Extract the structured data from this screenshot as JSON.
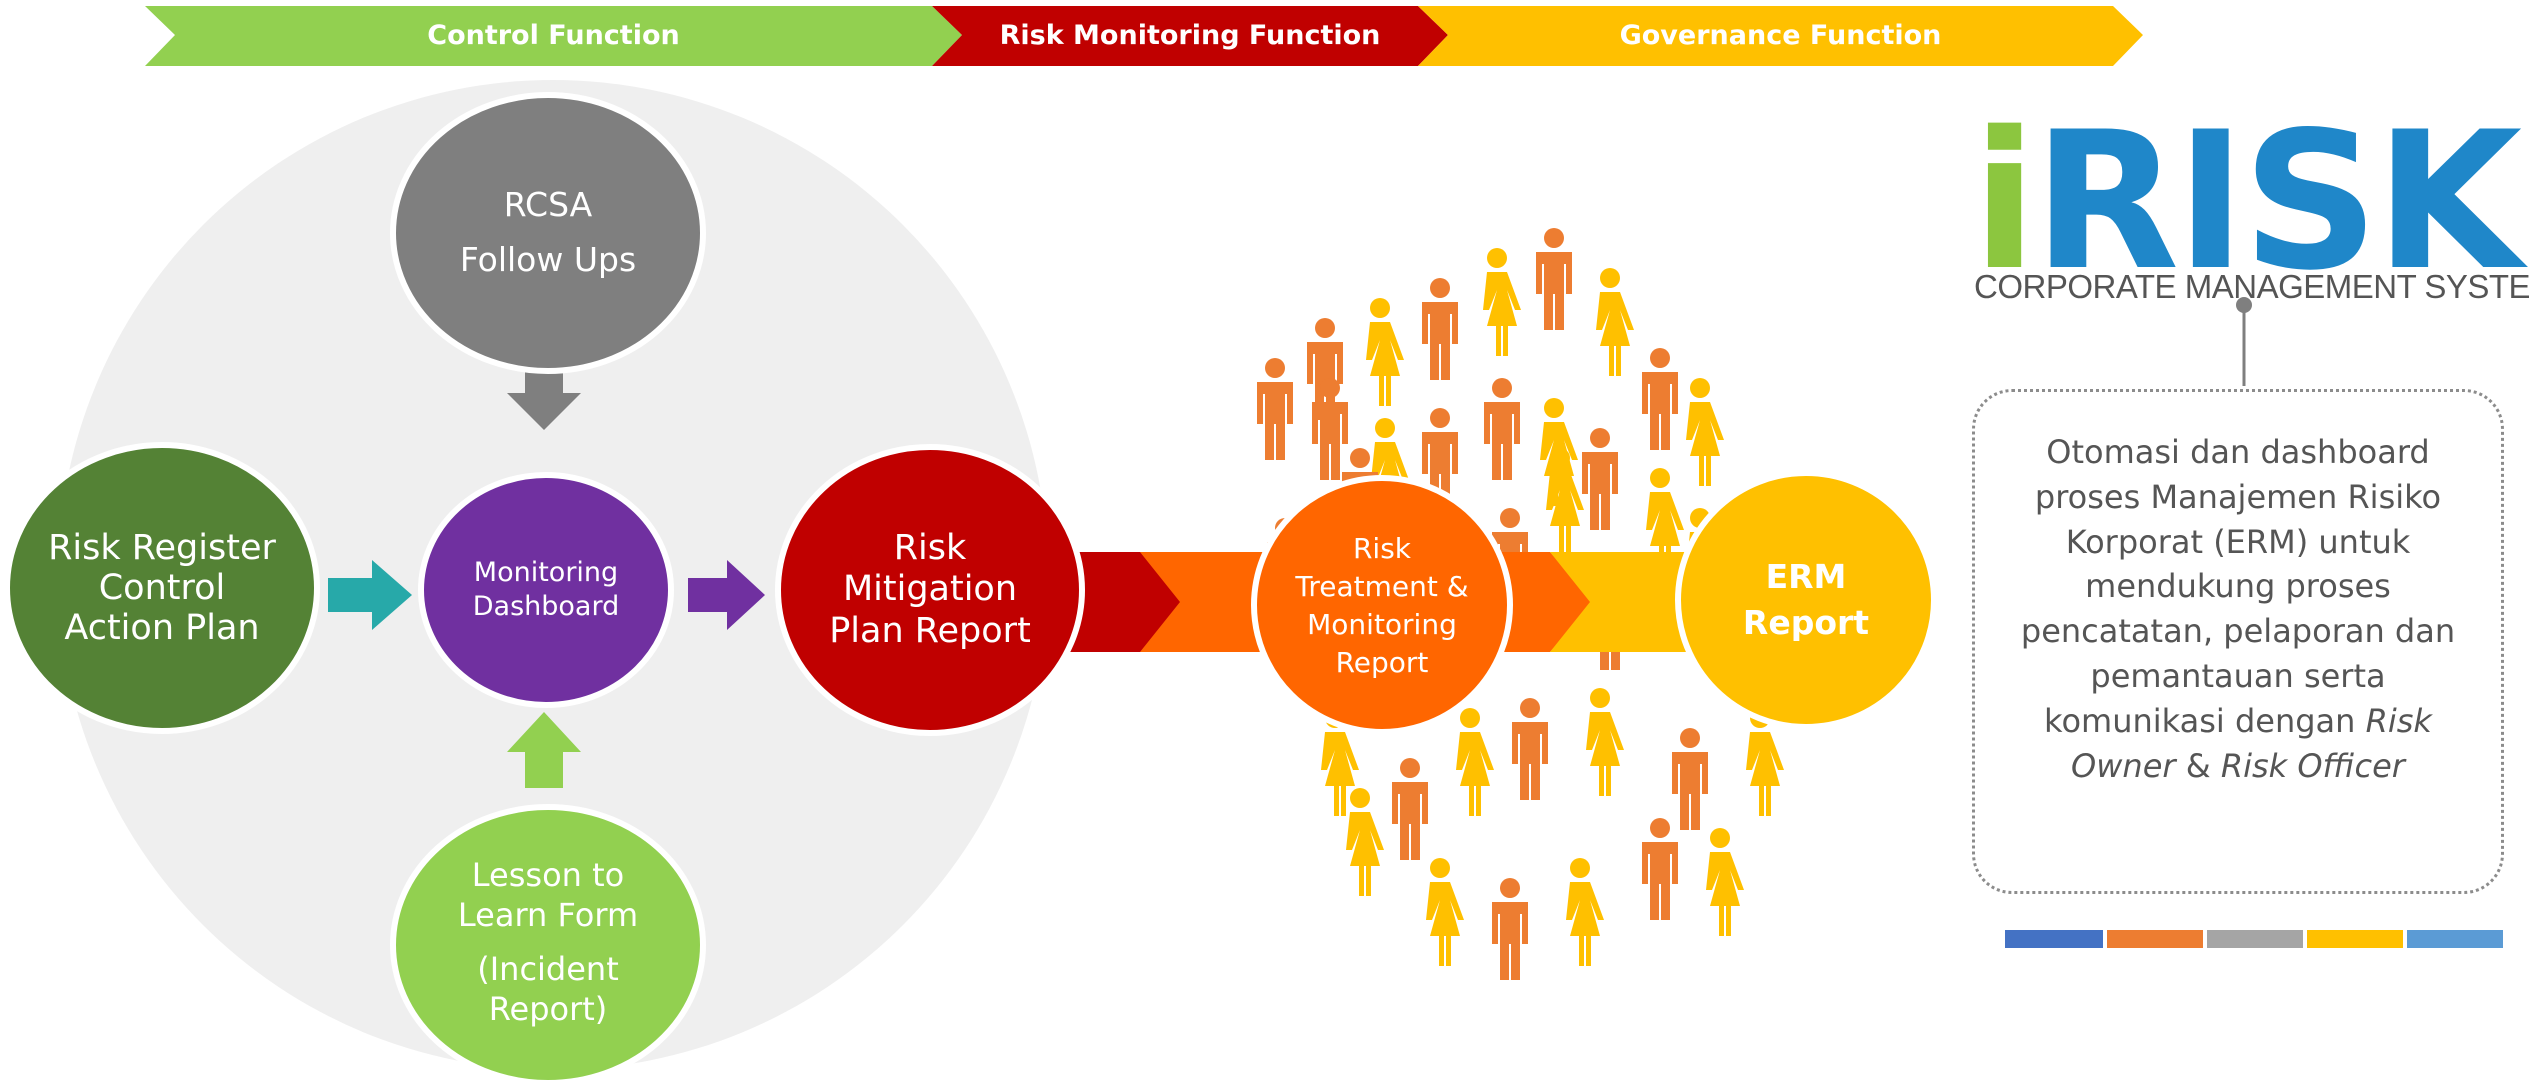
{
  "banner": [
    {
      "label": "Control Function",
      "color": "#92d050"
    },
    {
      "label": "Risk Monitoring Function",
      "color": "#c00000"
    },
    {
      "label": "Governance Function",
      "color": "#ffc000"
    }
  ],
  "nodes": {
    "rcsa": {
      "lines": [
        "RCSA",
        "Follow Ups"
      ],
      "color": "#7f7f7f"
    },
    "register": {
      "lines": [
        "Risk Register",
        "Control",
        "Action Plan"
      ],
      "color": "#548235"
    },
    "dashboard": {
      "lines": [
        "Monitoring",
        "Dashboard"
      ],
      "color": "#7030a0"
    },
    "lesson": {
      "lines": [
        "Lesson to",
        "Learn Form",
        "(Incident",
        "Report)"
      ],
      "color": "#92d050"
    },
    "mitigation": {
      "lines": [
        "Risk",
        "Mitigation",
        "Plan Report"
      ],
      "color": "#c00000"
    },
    "treatment": {
      "lines": [
        "Risk",
        "Treatment &",
        "Monitoring",
        "Report"
      ],
      "color": "#ff6600"
    },
    "erm": {
      "lines": [
        "ERM",
        "Report"
      ],
      "color": "#ffc000"
    }
  },
  "colors": {
    "background_circle": "#efefef",
    "arrow_grey": "#7f7f7f",
    "arrow_teal": "#27a9a9",
    "arrow_purple": "#7030a0",
    "arrow_green": "#92d050",
    "people_orange": "#ed7d31",
    "people_yellow": "#ffc000"
  },
  "logo": {
    "i": "i",
    "rest": "RISK",
    "subtitle": "CORPORATE MANAGEMENT SYSTEM"
  },
  "description": {
    "text_plain": "Otomasi dan dashboard proses Manajemen Risiko Korporat (ERM) untuk mendukung proses pencatatan, pelaporan dan pemantauan serta komunikasi dengan",
    "text_italic_1": "Risk Owner",
    "text_and": "&",
    "text_italic_2": "Risk Officer"
  },
  "legend_colors": [
    "#4472c4",
    "#ed7d31",
    "#a5a5a5",
    "#ffc000",
    "#5b9bd5"
  ]
}
